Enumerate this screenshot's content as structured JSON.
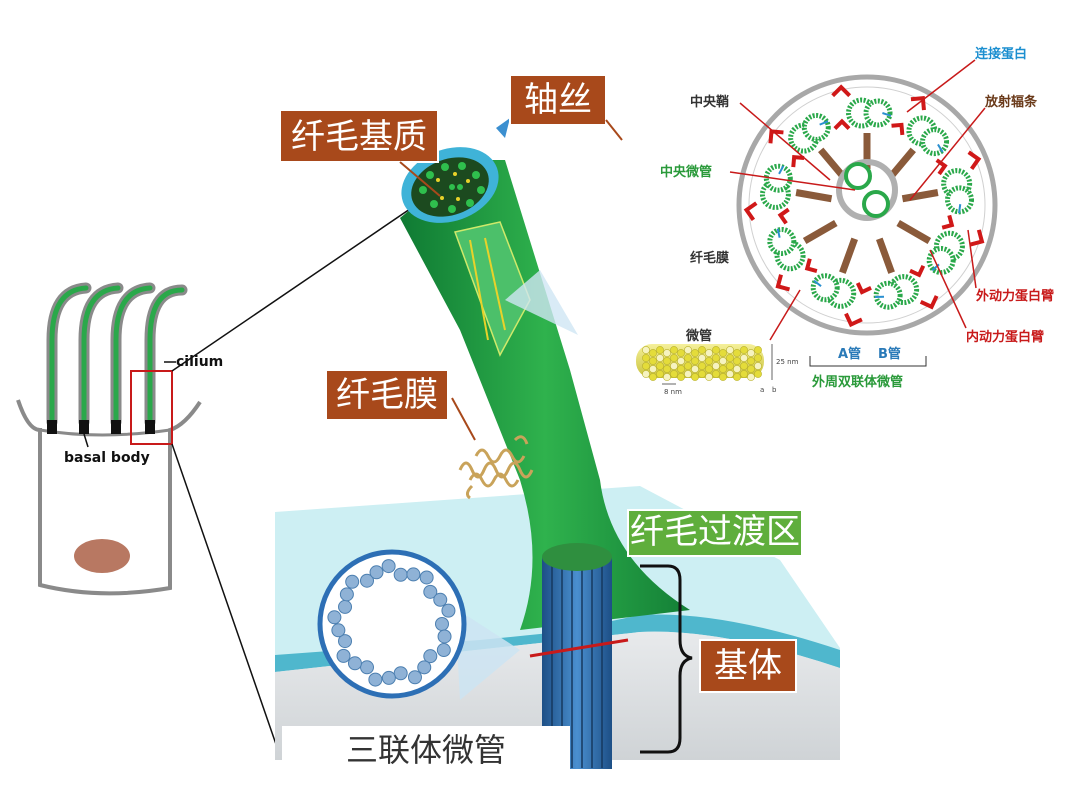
{
  "labels": {
    "cilium": "cilium",
    "basal_body": "basal body",
    "axoneme": "轴丝",
    "cilia_matrix": "纤毛基质",
    "ciliary_membrane": "纤毛膜",
    "transition_zone": "纤毛过渡区",
    "basal_body_cn": "基体",
    "triplet_microtubule": "三联体微管",
    "central_sheath": "中央鞘",
    "central_microtubule": "中央微管",
    "cilia_membrane_small": "纤毛膜",
    "connecting_protein": "连接蛋白",
    "radial_spoke": "放射辐条",
    "outer_dynein_arm": "外动力蛋白臂",
    "inner_dynein_arm": "内动力蛋白臂",
    "microtubule": "微管",
    "a_tubule": "A管",
    "b_tubule": "B管",
    "outer_doublet": "外周双联体微管",
    "dim_25nm": "25 nm",
    "dim_8nm": "8 nm",
    "dim_a": "a",
    "dim_b": "b"
  },
  "colors": {
    "label_box": "#a8491b",
    "transition_box": "#5fae3c",
    "cilium_green": "#1f9a3f",
    "membrane_cyan": "#bfe8ec",
    "basal_blue": "#2f6fa8",
    "red_accent": "#c81a1a"
  }
}
